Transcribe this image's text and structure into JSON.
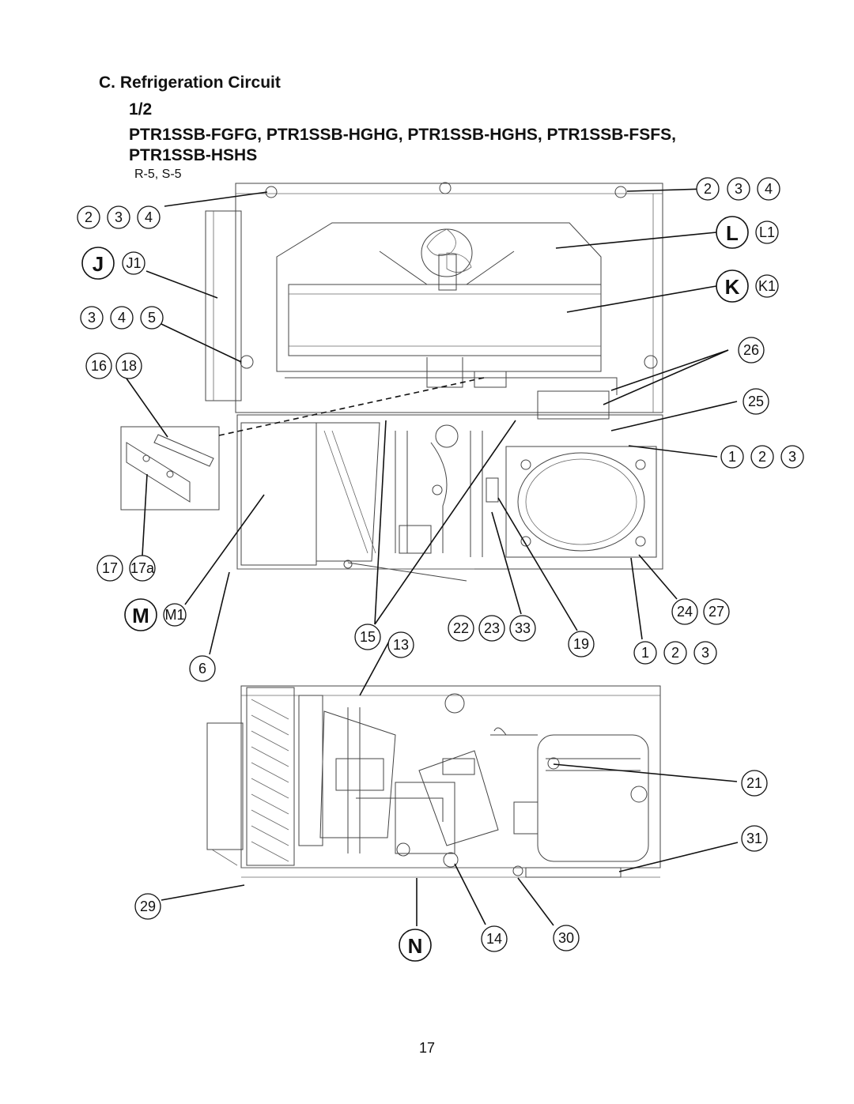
{
  "heading": {
    "title": "C. Refrigeration Circuit",
    "sheet": "1/2",
    "models_line1": "PTR1SSB-FGFG, PTR1SSB-HGHG, PTR1SSB-HGHS, PTR1SSB-FSFS,",
    "models_line2": "PTR1SSB-HSHS",
    "page_refs": "R-5, S-5"
  },
  "callouts": {
    "c234_left": [
      "2",
      "3",
      "4"
    ],
    "c234_right": [
      "2",
      "3",
      "4"
    ],
    "J": {
      "letter": "J",
      "label": "J1"
    },
    "L": {
      "letter": "L",
      "label": "L1"
    },
    "K": {
      "letter": "K",
      "label": "K1"
    },
    "M": {
      "letter": "M",
      "label": "M1"
    },
    "N": {
      "letter": "N"
    },
    "c345": [
      "3",
      "4",
      "5"
    ],
    "c1618": [
      "16",
      "18"
    ],
    "c26": "26",
    "c25": "25",
    "c123_upper": [
      "1",
      "2",
      "3"
    ],
    "c17": [
      "17",
      "17a"
    ],
    "c2427": [
      "24",
      "27"
    ],
    "c15": "15",
    "c13": "13",
    "c222333": [
      "22",
      "23",
      "33"
    ],
    "c19": "19",
    "c123_lower": [
      "1",
      "2",
      "3"
    ],
    "c6": "6",
    "c21": "21",
    "c31": "31",
    "c29": "29",
    "c14": "14",
    "c30": "30"
  },
  "page_number": "17"
}
